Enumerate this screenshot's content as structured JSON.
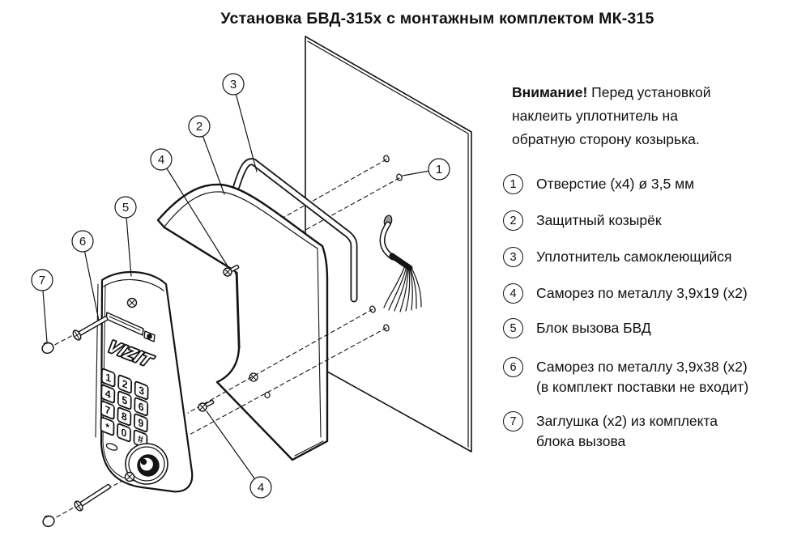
{
  "title": "Установка БВД-315х с монтажным комплектом МК-315",
  "legend": {
    "warning": {
      "bold": "Внимание!",
      "line1_rest": " Перед установкой",
      "line2": "наклеить уплотнитель на",
      "line3": "обратную сторону козырька."
    },
    "items": [
      {
        "num": "1",
        "lines": [
          "Отверстие (х4) ø 3,5 мм"
        ]
      },
      {
        "num": "2",
        "lines": [
          "Защитный козырёк"
        ]
      },
      {
        "num": "3",
        "lines": [
          "Уплотнитель самоклеющийся"
        ]
      },
      {
        "num": "4",
        "lines": [
          "Саморез по металлу 3,9х19 (х2)"
        ]
      },
      {
        "num": "5",
        "lines": [
          "Блок вызова БВД"
        ]
      },
      {
        "num": "6",
        "lines": [
          "Саморез по металлу 3,9х38 (х2)",
          "(в комплект поставки не входит)"
        ]
      },
      {
        "num": "7",
        "lines": [
          "Заглушка (х2) из комплекта",
          "блока вызова"
        ]
      }
    ]
  },
  "diagram": {
    "unit_logo": "VIZIT",
    "keypad": [
      "1",
      "2",
      "3",
      "4",
      "5",
      "6",
      "7",
      "8",
      "9",
      "*",
      "0",
      "#"
    ],
    "markers": {
      "m1": "1",
      "m2": "2",
      "m3": "3",
      "m4a": "4",
      "m4b": "4",
      "m5": "5",
      "m6": "6",
      "m7": "7"
    }
  },
  "colors": {
    "line": "#141414",
    "background": "#ffffff"
  }
}
